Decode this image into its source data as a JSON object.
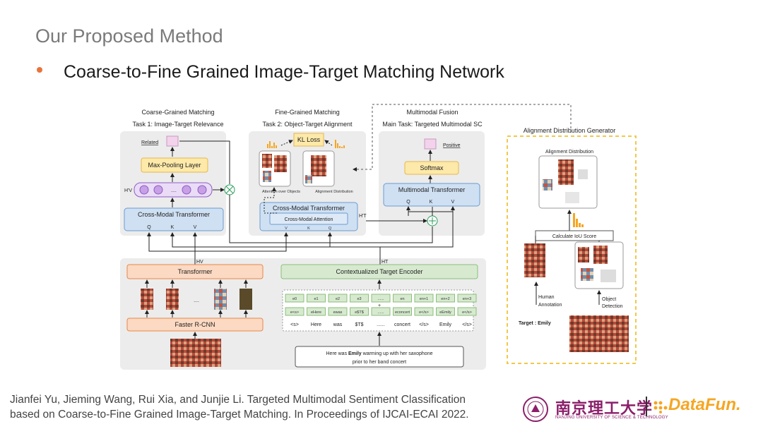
{
  "slide": {
    "title": "Our Proposed Method",
    "bullet": "Coarse-to-Fine Grained Image-Target Matching Network"
  },
  "citation": {
    "line1": "Jianfei Yu, Jieming Wang, Rui Xia, and Junjie Li. Targeted Multimodal Sentiment Classification",
    "line2": "based on Coarse-to-Fine Grained Image-Target Matching. In Proceedings of IJCAI-ECAI 2022."
  },
  "logos": {
    "university_name": "南京理工大学",
    "university_sub": "NANJING UNIVERSITY OF SCIENCE & TECHNOLOGY",
    "separator": "|",
    "brand": "DataFun."
  },
  "diagram": {
    "coarse": {
      "title1": "Coarse-Grained Matching",
      "title2": "Task 1: Image-Target Relevance",
      "related": "Related",
      "maxpool": "Max-Pooling Layer",
      "hv_prime": "H'V",
      "cross_modal": "Cross-Modal Transformer",
      "q": "Q",
      "k": "K",
      "v": "V"
    },
    "fine": {
      "title1": "Fine-Grained Matching",
      "title2": "Task 2: Object-Target Alignment",
      "kl_loss": "KL Loss",
      "att_label": "Attention over Objects",
      "align_label": "Alignment Distribution",
      "cross_modal": "Cross-Modal Transformer",
      "cross_att": "Cross-Modal Attention",
      "v": "V",
      "k": "K",
      "q": "Q",
      "ht_prime": "H'T"
    },
    "fusion": {
      "title1": "Multimodal Fusion",
      "title2": "Main Task: Targeted Multimodal SC",
      "positive": "Positive",
      "softmax": "Softmax",
      "mm_transformer": "Multimodal Transformer",
      "q": "Q",
      "k": "K",
      "v": "V"
    },
    "bottom": {
      "hv": "HV",
      "ht": "HT",
      "transformer": "Transformer",
      "ctx_encoder": "Contextualized Target Encoder",
      "faster_rcnn": "Faster R-CNN",
      "ellipsis": "....",
      "pos_tokens": [
        "e0",
        "e1",
        "e2",
        "e3",
        "......",
        "en",
        "en+1",
        "en+2",
        "en+3"
      ],
      "word_emb": [
        "e<s>",
        "eHere",
        "ewas",
        "e$T$",
        "......",
        "econcert",
        "e</s>",
        "eEmily",
        "e</s>"
      ],
      "words": [
        "<s>",
        "Here",
        "was",
        "$T$",
        "......",
        "concert",
        "</s>",
        "Emily",
        "</s>"
      ],
      "plus": "+",
      "sentence_pre": "Here was ",
      "sentence_bold": "Emily",
      "sentence_post": " warming up with her saxophone",
      "sentence_line2": "prior to her band concert"
    },
    "generator": {
      "title": "Alignment Distribution Generator",
      "dist_label": "Alignment Distribution",
      "iou": "Calculate IoU Score",
      "human1": "Human",
      "human2": "Annotation",
      "obj1": "Object",
      "obj2": "Detection",
      "target": "Target : Emily"
    },
    "colors": {
      "orange_box": "#fbd9c2",
      "orange_border": "#e8864a",
      "blue_box": "#cfe0f3",
      "blue_border": "#6a9bd1",
      "yellow_box": "#fde9a9",
      "yellow_border": "#e8b64a",
      "green_box": "#d7ead0",
      "green_border": "#8bbf7a",
      "pink_box": "#f3d2ec",
      "purple_node": "#c7a0e6",
      "dashed_yellow": "#f0c94a",
      "panel_grey": "#ececec"
    }
  }
}
